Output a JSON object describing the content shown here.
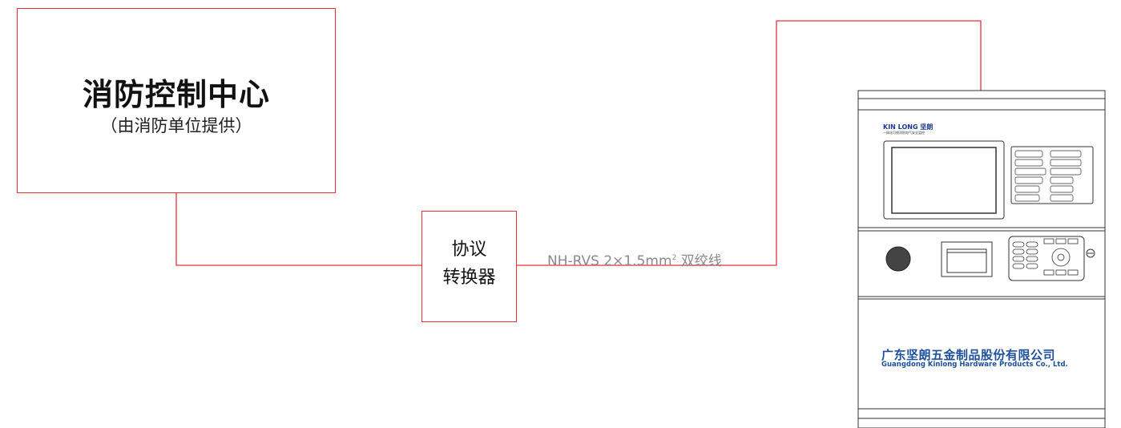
{
  "control_center": {
    "title": "消防控制中心",
    "subtitle": "（由消防单位提供）"
  },
  "converter": {
    "line1": "协议",
    "line2": "转换器"
  },
  "cable": {
    "label_main": "NH-RVS 2×1.5mm",
    "label_sup": "2",
    "label_tail": " 双绞线"
  },
  "device": {
    "brand_top": "KIN LONG 坚朗",
    "brand_top_sub": "一体化可视消防电气安全监控",
    "company_cn": "广东坚朗五金制品股份有限公司",
    "company_en": "Guangdong Kinlong Hardware Products Co., Ltd."
  },
  "colors": {
    "line": "#e4343a",
    "brand": "#1d4f9c"
  }
}
